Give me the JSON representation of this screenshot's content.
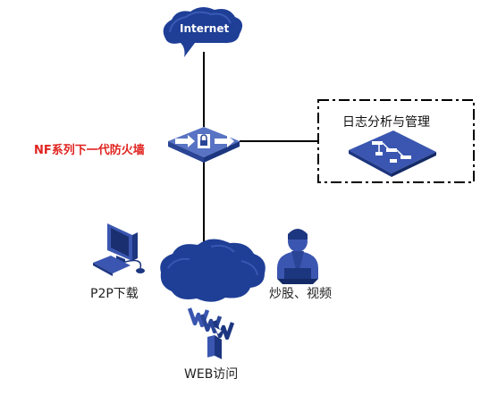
{
  "nodes": {
    "internet": {
      "label": "Internet"
    },
    "firewall": {
      "label": "NF系列下一代防火墙"
    },
    "log_mgmt": {
      "label": "日志分析与管理"
    },
    "p2p": {
      "label": "P2P下载"
    },
    "stock_video": {
      "label": "炒股、视频"
    },
    "web": {
      "label": "WEB访问"
    }
  },
  "colors": {
    "cloud_dark": "#1f3f96",
    "cloud_light": "#2f52b5",
    "device_blue": "#3a56b0",
    "firewall_label": "#e0231f",
    "line": "#000000"
  },
  "icons": [
    "cloud-icon",
    "firewall-icon",
    "network-switch-icon",
    "computer-icon",
    "user-icon",
    "www-icon"
  ]
}
